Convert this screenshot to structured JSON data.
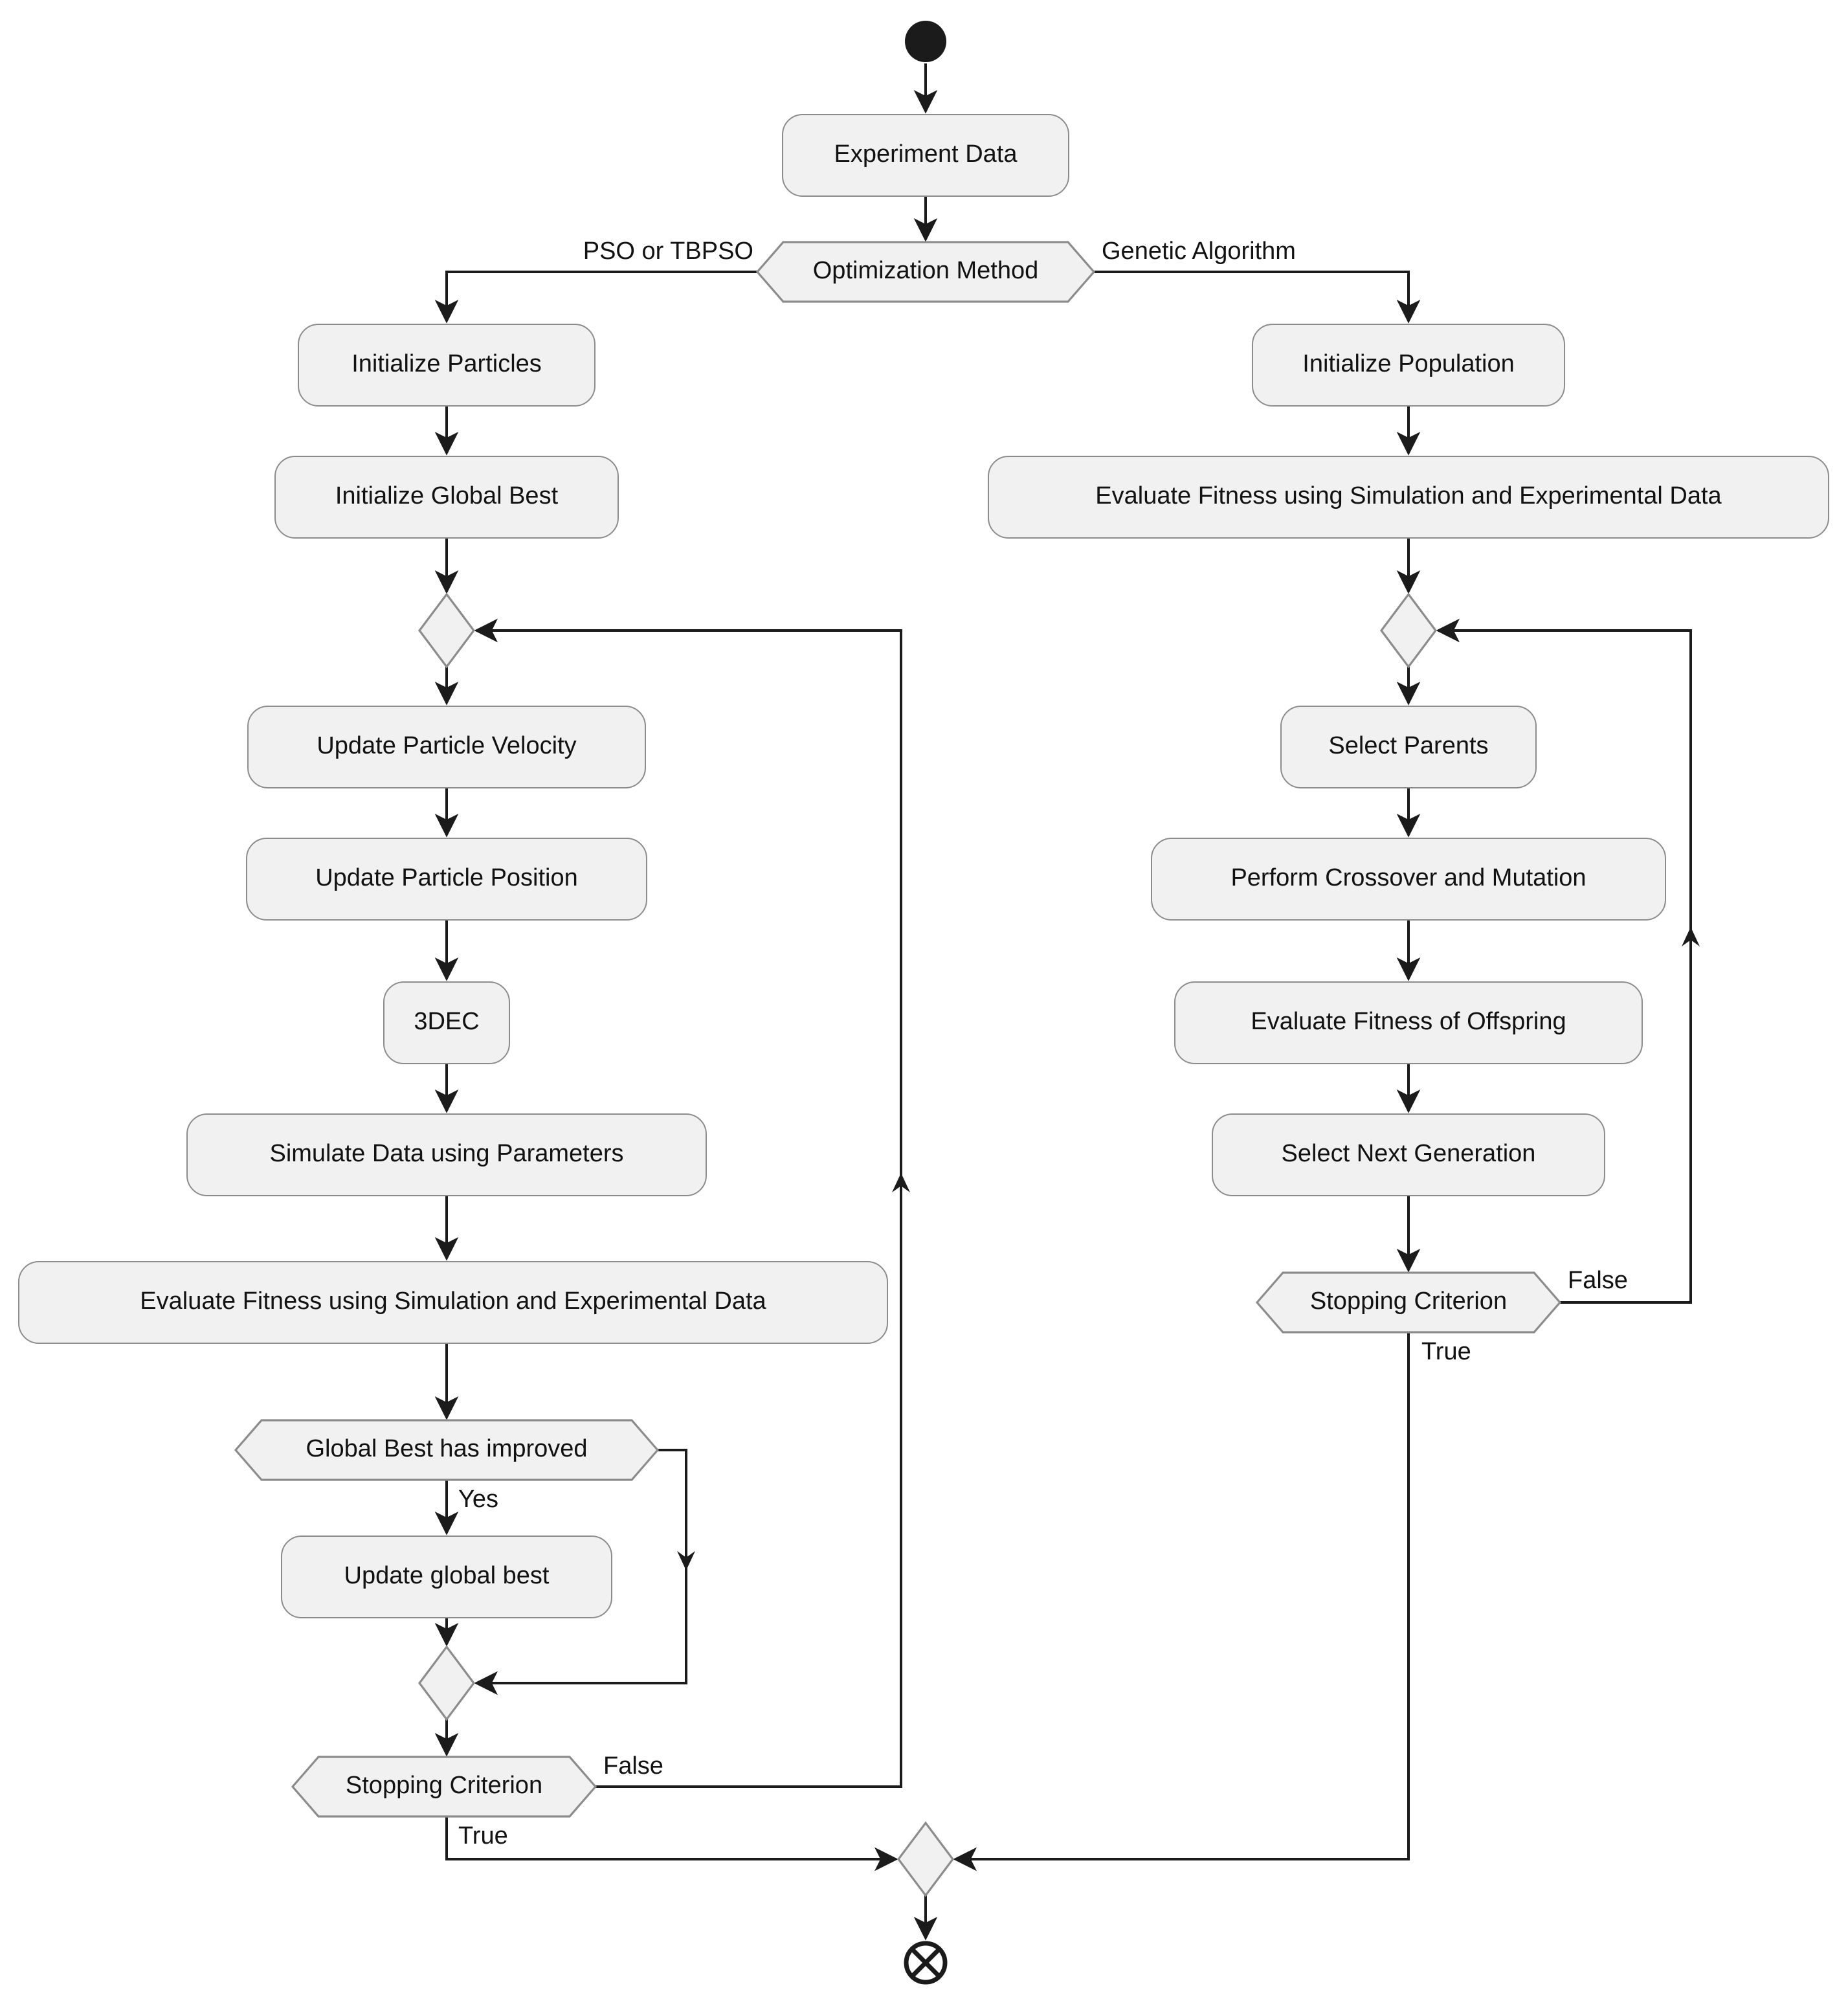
{
  "diagram": {
    "type": "activity-flowchart",
    "nodes": {
      "experiment_data": "Experiment Data",
      "optimization_method": "Optimization Method",
      "initialize_particles": "Initialize Particles",
      "initialize_global_best": "Initialize Global Best",
      "update_particle_velocity": "Update Particle Velocity",
      "update_particle_position": "Update Particle Position",
      "threedec": "3DEC",
      "simulate_data": "Simulate Data using Parameters",
      "evaluate_fitness_pso": "Evaluate Fitness using Simulation and Experimental Data",
      "global_best_improved": "Global Best has improved",
      "update_global_best": "Update global best",
      "stopping_criterion_pso": "Stopping Criterion",
      "initialize_population": "Initialize Population",
      "evaluate_fitness_ga": "Evaluate Fitness using Simulation and Experimental Data",
      "select_parents": "Select Parents",
      "perform_crossover_mutation": "Perform Crossover and Mutation",
      "evaluate_fitness_offspring": "Evaluate Fitness of Offspring",
      "select_next_generation": "Select Next Generation",
      "stopping_criterion_ga": "Stopping Criterion"
    },
    "edge_labels": {
      "pso_branch": "PSO or TBPSO",
      "ga_branch": "Genetic Algorithm",
      "yes": "Yes",
      "false_pso": "False",
      "true_pso": "True",
      "false_ga": "False",
      "true_ga": "True"
    },
    "icons": {
      "start": "initial-node",
      "end": "flow-final-node"
    },
    "colors": {
      "node_fill": "#f1f1f1",
      "node_border": "#8c8c8c",
      "line": "#1b1b1b",
      "text": "#121212",
      "bg": "#ffffff"
    }
  }
}
